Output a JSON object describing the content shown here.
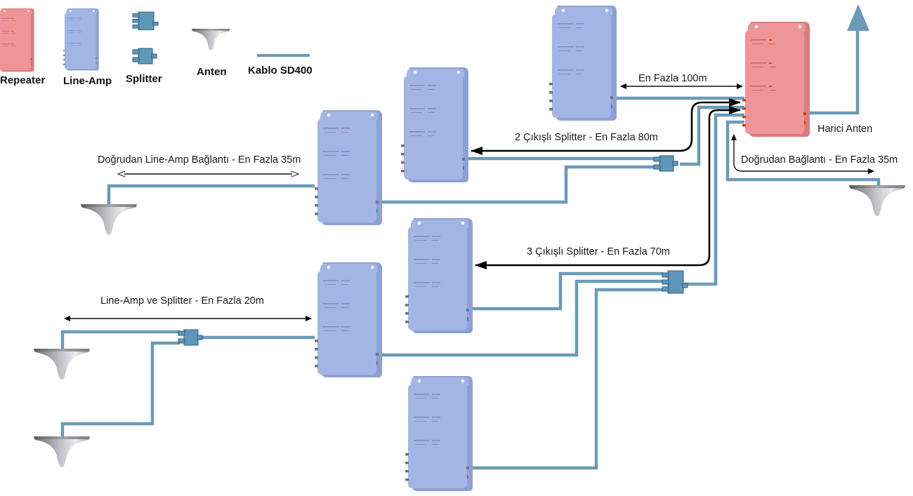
{
  "legend": {
    "repeater": "Repeater",
    "line_amp": "Line-Amp",
    "splitter": "Splitter",
    "antenna": "Anten",
    "cable": "Kablo SD400"
  },
  "labels": {
    "max_100": "En Fazla 100m",
    "splitter2_80": "2 Çıkışlı Splitter - En Fazla 80m",
    "direct_lineamp_35": "Doğrudan Line-Amp Bağlantı - En Fazla 35m",
    "splitter3_70": "3 Çıkışlı Splitter - En Fazla 70m",
    "lineamp_splitter_20": "Line-Amp ve Splitter - En Fazla 20m",
    "external_antenna": "Harici Anten",
    "direct_35": "Doğrudan Bağlantı - En Fazla 35m"
  },
  "colors": {
    "repeater": "#ee9598",
    "repeater_side": "#d97c80",
    "line_amp": "#a3b5e4",
    "line_amp_side": "#8ea1d4",
    "splitter": "#5f97ba",
    "cable": "#6a9ab8",
    "antenna": "#c9c9cc"
  }
}
